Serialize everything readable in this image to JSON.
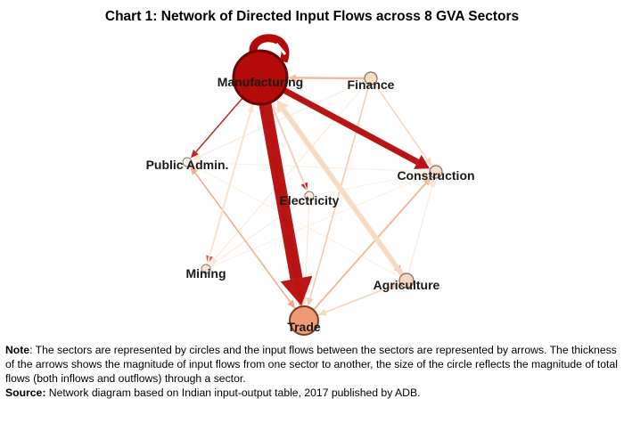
{
  "title": "Chart 1: Network of Directed Input Flows across 8 GVA Sectors",
  "nodes": [
    {
      "id": "Manufacturing",
      "label": "Manufacturing",
      "color": "#b50a0a"
    },
    {
      "id": "Finance",
      "label": "Finance",
      "color": "#f6ddc8"
    },
    {
      "id": "Construction",
      "label": "Construction",
      "color": "#f6dfcc"
    },
    {
      "id": "PublicAdmin",
      "label": "Public Admin.",
      "color": "#fbf3e4"
    },
    {
      "id": "Electricity",
      "label": "Electricity",
      "color": "#fbf1e2"
    },
    {
      "id": "Mining",
      "label": "Mining",
      "color": "#f6e6d2"
    },
    {
      "id": "Agriculture",
      "label": "Agriculture",
      "color": "#f6d6c2"
    },
    {
      "id": "Trade",
      "label": "Trade",
      "color": "#f09a76"
    }
  ],
  "note": {
    "label": "Note",
    "text": ": The sectors are represented by circles and the input flows between the sectors are represented by arrows. The thickness of the arrows shows the magnitude of input flows from one sector to another, the size of the circle reflects the magnitude of total flows (both inflows and outflows) through a sector."
  },
  "source": {
    "label": "Source:",
    "text": " Network diagram based on Indian input-output table, 2017 published by ADB."
  }
}
